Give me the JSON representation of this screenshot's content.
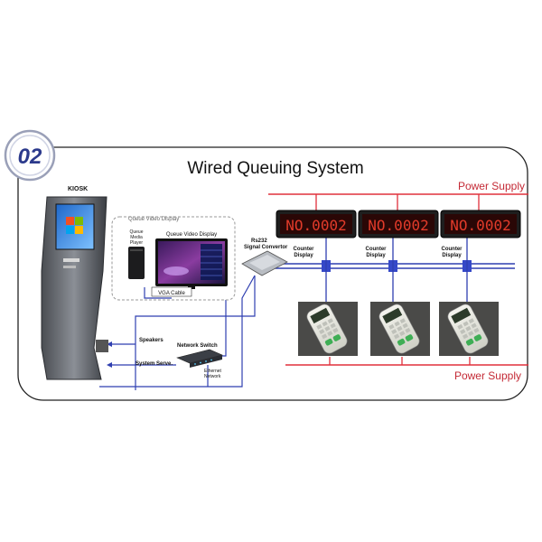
{
  "badge": {
    "number": "02"
  },
  "title": "Wired Queuing System",
  "power_supply_top": "Power Supply",
  "power_supply_bottom": "Power Supply",
  "kiosk": {
    "label": "KIOSK"
  },
  "queue_video_display_group": {
    "label": "Queue Video Display"
  },
  "queue_media_player": {
    "label_line1": "Queue",
    "label_line2": "Media",
    "label_line3": "Player"
  },
  "queue_video_display_screen": {
    "label": "Queue Video Display"
  },
  "vga_cable": {
    "label": "VGA Cable"
  },
  "rs232": {
    "label_line1": "Rs232",
    "label_line2": "Signal Convertor"
  },
  "counter_displays": [
    {
      "text": "NO.0002",
      "label_line1": "Counter",
      "label_line2": "Display"
    },
    {
      "text": "NO.0002",
      "label_line1": "Counter",
      "label_line2": "Display"
    },
    {
      "text": "NO.0002",
      "label_line1": "Counter",
      "label_line2": "Display"
    }
  ],
  "speakers": {
    "label": "Speakers"
  },
  "network_switch": {
    "label": "Network Switch"
  },
  "system_server": {
    "label": "System Serve."
  },
  "ethernet_network": {
    "label_line1": "Ethernet",
    "label_line2": "Network"
  },
  "colors": {
    "power_line": "#e0303c",
    "bus_line": "#2f3fb0",
    "badge_text": "#2c3a8c",
    "led_text": "#e23b2a"
  }
}
